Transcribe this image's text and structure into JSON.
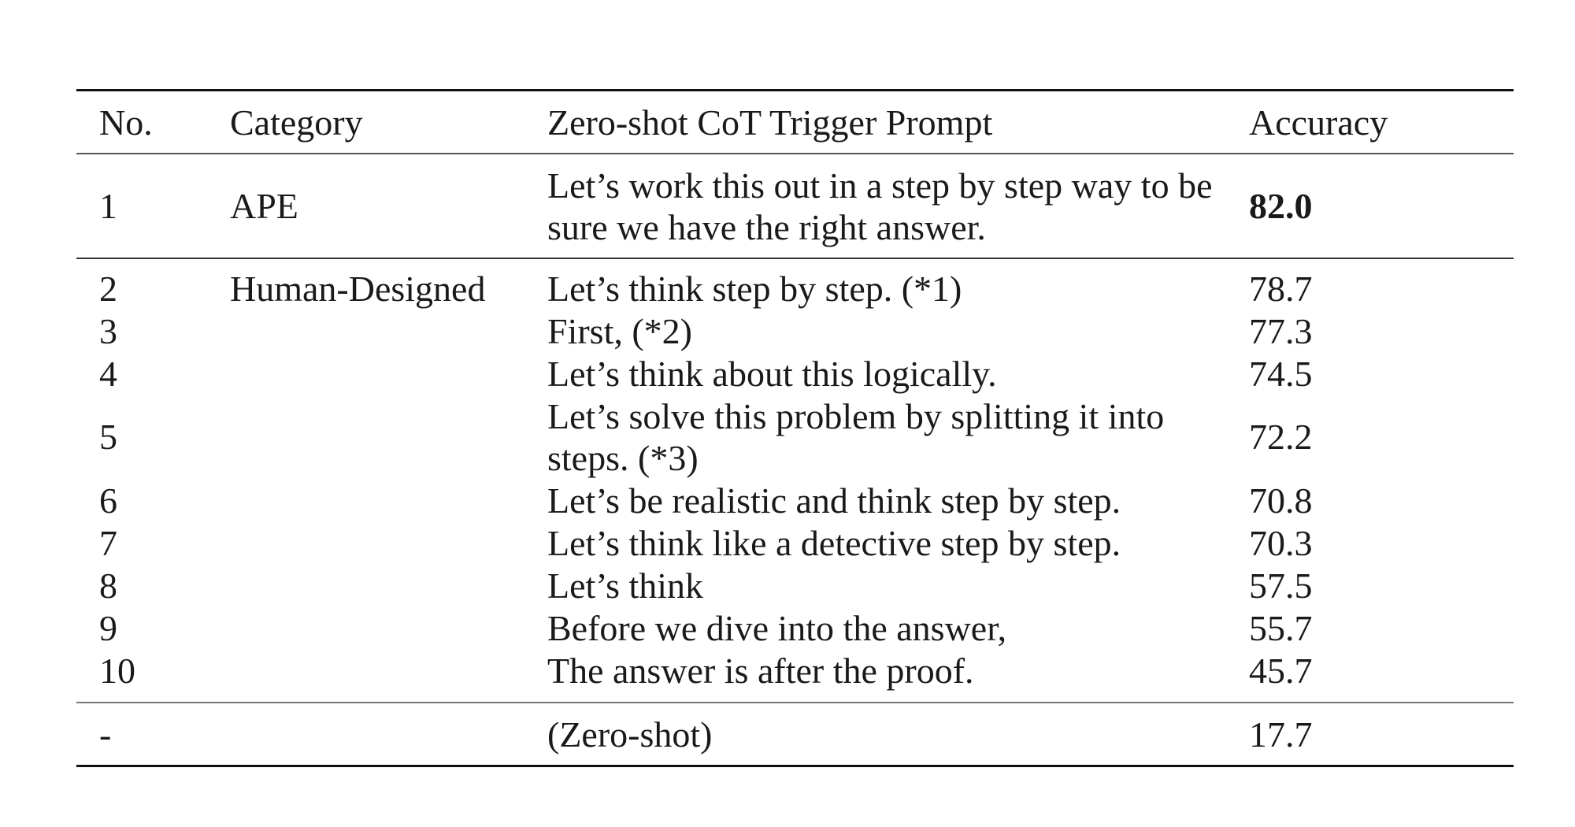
{
  "table": {
    "headers": {
      "no": "No.",
      "category": "Category",
      "prompt": "Zero-shot CoT Trigger Prompt",
      "accuracy": "Accuracy"
    },
    "ape_row": {
      "no": "1",
      "category": "APE",
      "prompt": "Let’s work this out in a step by step way to be sure we have the right answer.",
      "accuracy": "82.0"
    },
    "human_rows": [
      {
        "no": "2",
        "category": "Human-Designed",
        "prompt": "Let’s think step by step. (*1)",
        "accuracy": "78.7"
      },
      {
        "no": "3",
        "category": "",
        "prompt": "First, (*2)",
        "accuracy": "77.3"
      },
      {
        "no": "4",
        "category": "",
        "prompt": "Let’s think about this logically.",
        "accuracy": "74.5"
      },
      {
        "no": "5",
        "category": "",
        "prompt": "Let’s solve this problem by splitting it into steps. (*3)",
        "accuracy": "72.2"
      },
      {
        "no": "6",
        "category": "",
        "prompt": "Let’s be realistic and think step by step.",
        "accuracy": "70.8"
      },
      {
        "no": "7",
        "category": "",
        "prompt": "Let’s think like a detective step by step.",
        "accuracy": "70.3"
      },
      {
        "no": "8",
        "category": "",
        "prompt": "Let’s think",
        "accuracy": "57.5"
      },
      {
        "no": "9",
        "category": "",
        "prompt": "Before we dive into the answer,",
        "accuracy": "55.7"
      },
      {
        "no": "10",
        "category": "",
        "prompt": "The answer is after the proof.",
        "accuracy": "45.7"
      }
    ],
    "baseline_row": {
      "no": "-",
      "category": "",
      "prompt": "(Zero-shot)",
      "accuracy": "17.7"
    }
  }
}
